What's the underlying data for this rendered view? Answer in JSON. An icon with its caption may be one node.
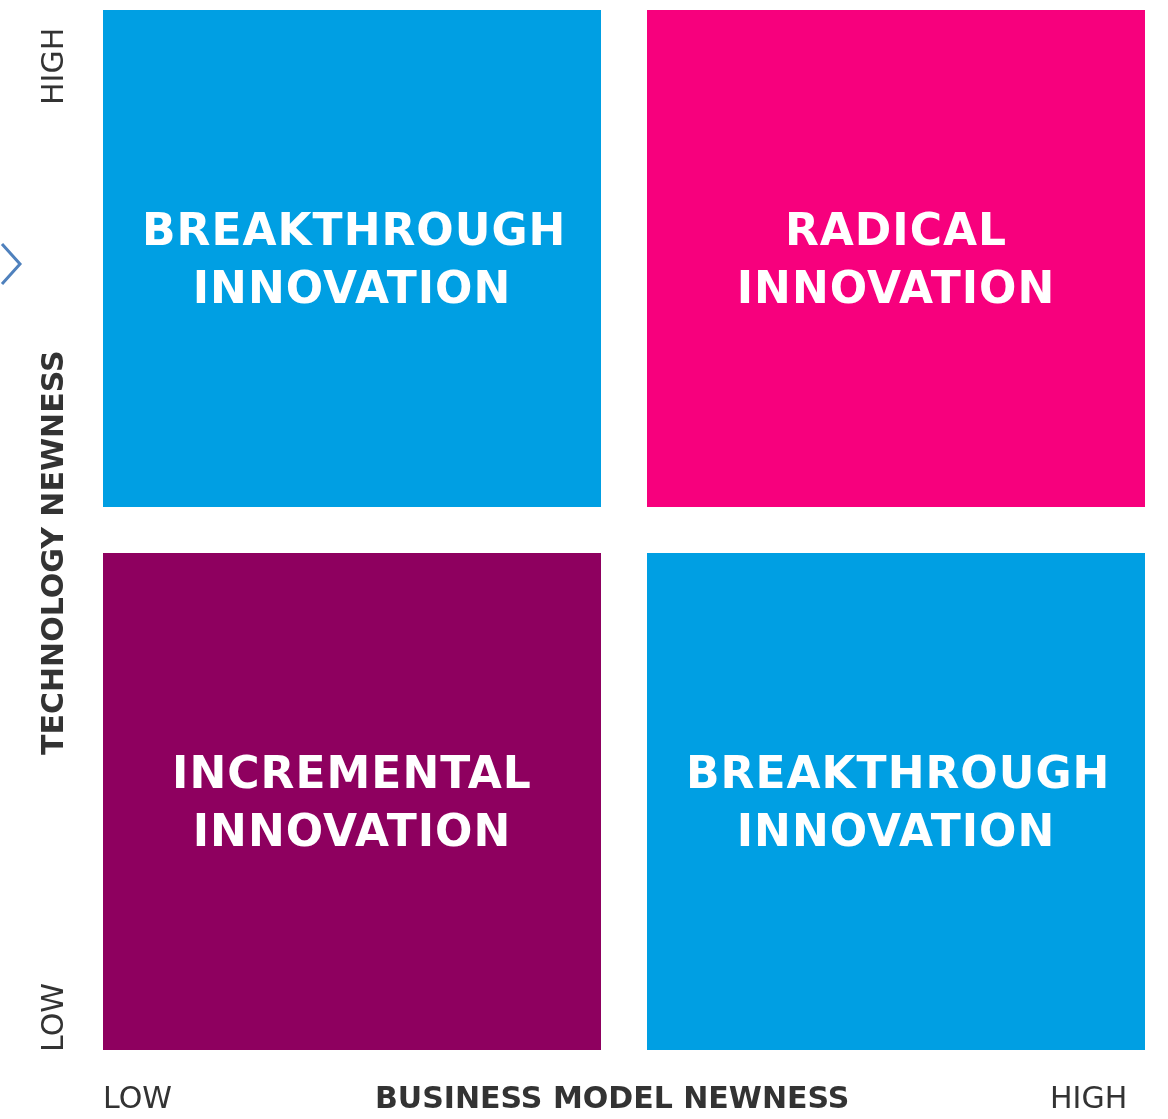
{
  "diagram": {
    "nodes": [
      {
        "text": [
          "BREAKTHROUGH INNOVATION"
        ]
      },
      {
        "text": [
          "RADICAL INNOVATION"
        ]
      },
      {
        "text": [
          "INCREMENTAL INNOVATION"
        ]
      },
      {
        "text": [
          "BREAKTHROUGH INNOVATION"
        ]
      }
    ],
    "labels": [
      "HIGH",
      "TECHNOLOGY NEWNESS",
      "LOW",
      "LOW",
      "BUSINESS MODEL NEWNESS",
      "HIGH"
    ]
  }
}
